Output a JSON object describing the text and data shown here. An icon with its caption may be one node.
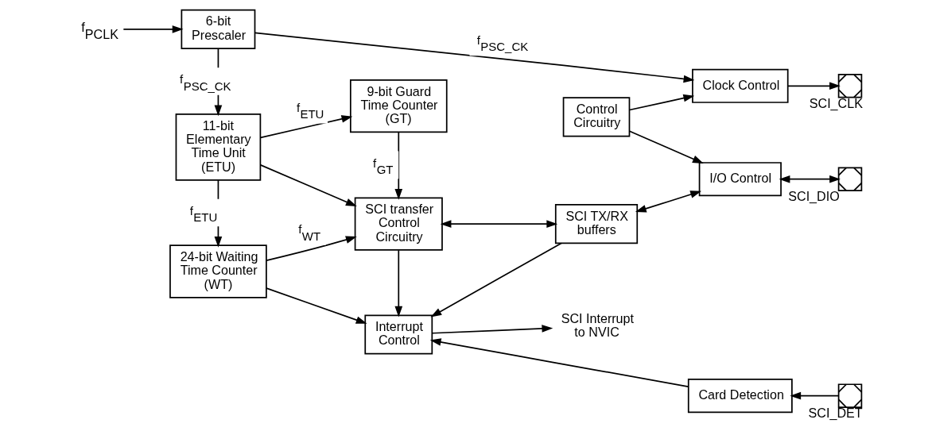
{
  "diagram": {
    "nodes": [
      {
        "text": [
          "f$_{PCLK}$"
        ]
      },
      {
        "text": [
          "6-bit Prescaler"
        ]
      },
      {
        "text": [
          "11-bit Elementary Time Unit (ETU)"
        ]
      },
      {
        "text": [
          "9-bit Guard Time Counter (GT)"
        ]
      },
      {
        "text": [
          "Control Circuitry"
        ]
      },
      {
        "text": [
          "Clock Control"
        ]
      },
      {
        "text": [],
        "shape": "box",
        "beside": [
          "SCI_CLK"
        ]
      },
      {
        "text": [
          "24-bit Waiting Time Counter (WT)"
        ]
      },
      {
        "text": [
          "SCI transfer Control Circuitry"
        ]
      },
      {
        "text": [
          "SCI TX/RX buffers"
        ]
      },
      {
        "text": [
          "I/O Control"
        ]
      },
      {
        "text": [],
        "shape": "box",
        "beside": [
          "SCI_DIO"
        ]
      },
      {
        "text": [
          "Interrupt Control"
        ]
      },
      {
        "text": [
          "Card Detection"
        ]
      },
      {
        "text": [],
        "shape": "box",
        "beside": [
          "SCI_DET"
        ]
      },
      {
        "text": [
          "SCI Interrupt to NVIC"
        ]
      }
    ],
    "edges": [
      {
        "from": 0,
        "to": 1,
        "arrow": "to"
      },
      {
        "from": 1,
        "to": 2,
        "arrow": "to",
        "label": "f$_{PSC_CK}$"
      },
      {
        "from": 1,
        "to": 5,
        "arrow": "to",
        "label": "f$_{PSC_CK}$"
      },
      {
        "from": 2,
        "to": 3,
        "arrow": "to",
        "label": "f$_{ETU}$"
      },
      {
        "from": 2,
        "to": 8,
        "arrow": "to"
      },
      {
        "from": 2,
        "to": 7,
        "arrow": "to",
        "label": "f$_{ETU}$"
      },
      {
        "from": 3,
        "to": 8,
        "arrow": "to",
        "label": "f$_{GT}$"
      },
      {
        "from": 4,
        "to": 5,
        "arrow": "to"
      },
      {
        "from": 4,
        "to": 10,
        "arrow": "to"
      },
      {
        "from": 5,
        "to": 6,
        "arrow": "to"
      },
      {
        "from": 7,
        "to": 8,
        "arrow": "to",
        "label": "f$_{WT}$"
      },
      {
        "from": 7,
        "to": 12,
        "arrow": "to"
      },
      {
        "from": 8,
        "to": 9,
        "arrow": "both"
      },
      {
        "from": 8,
        "to": 12,
        "arrow": "to"
      },
      {
        "from": 9,
        "to": 10,
        "arrow": "both"
      },
      {
        "from": 10,
        "to": 11,
        "arrow": "both"
      },
      {
        "from": 9,
        "to": 12,
        "arrow": "to"
      },
      {
        "from": 13,
        "to": 12,
        "arrow": "to"
      },
      {
        "from": 14,
        "to": 13,
        "arrow": "to"
      },
      {
        "from": 12,
        "to": 15,
        "arrow": "to"
      }
    ]
  }
}
